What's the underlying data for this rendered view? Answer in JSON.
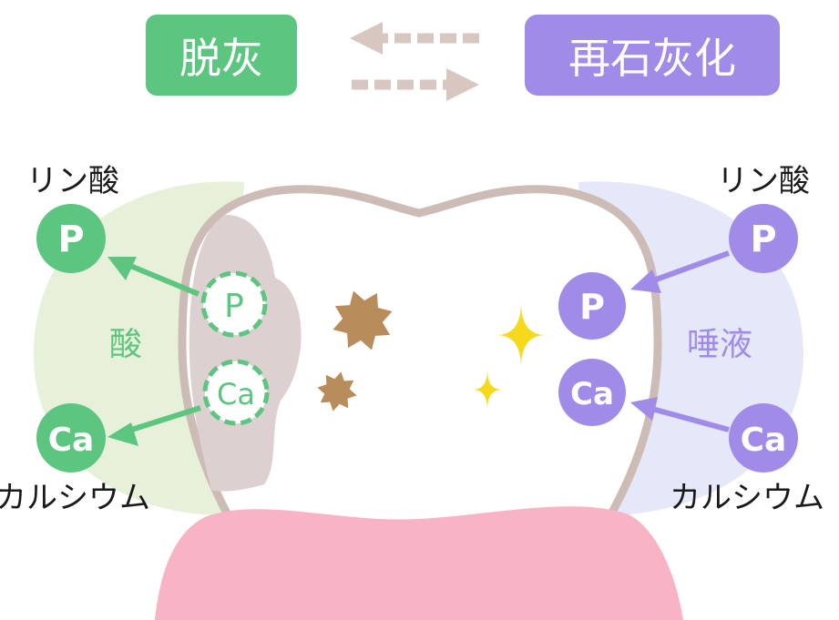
{
  "header": {
    "left_label": "脱灰",
    "right_label": "再石灰化",
    "left_color": "#5cc580",
    "right_color": "#a08ce8",
    "arrow_color": "#d8c6c0"
  },
  "left_side": {
    "top_label": "リン酸",
    "bottom_label": "カルシウム",
    "agent_label": "酸",
    "phosphate_symbol": "P",
    "calcium_symbol": "Ca",
    "color": "#5cc580",
    "halo_color": "#e7f1d9"
  },
  "right_side": {
    "top_label": "リン酸",
    "bottom_label": "カルシウム",
    "agent_label": "唾液",
    "phosphate_symbol": "P",
    "calcium_symbol": "Ca",
    "color": "#a08ce8",
    "halo_color": "#e4e8f8"
  },
  "colors": {
    "tooth_outline": "#cdbbb5",
    "tooth_fill": "#ffffff",
    "demineralized_area": "#ddd0d0",
    "gum": "#f8b3c4",
    "stain": "#b98d5b",
    "sparkle": "#f6d91d"
  }
}
